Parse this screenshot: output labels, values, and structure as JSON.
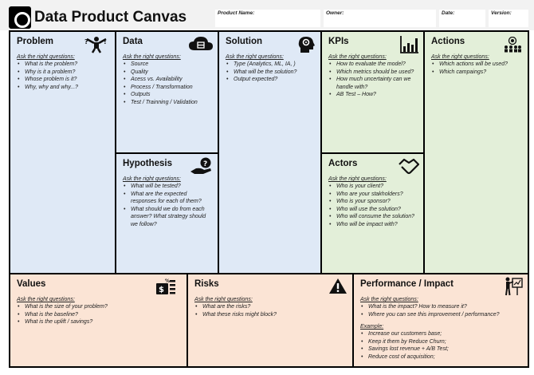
{
  "header": {
    "title": "Data Product Canvas",
    "fields": {
      "product_name": "Product Name:",
      "owner": "Owner:",
      "date": "Date:",
      "version": "Version:"
    }
  },
  "ask_label": "Ask the right questions:",
  "sections": {
    "problem": {
      "title": "Problem",
      "questions": [
        "What is the problem?",
        "Why is it a problem?",
        "Whose problem is it?",
        "Why, why and why...?"
      ]
    },
    "data": {
      "title": "Data",
      "questions": [
        "Source",
        "Quality",
        "Acess vs. Availability",
        "Process / Transformation",
        "Outputs",
        "Test / Trainning / Validation"
      ]
    },
    "solution": {
      "title": "Solution",
      "questions": [
        "Type (Analytics, ML, IA, )",
        "What will be the solution?",
        "Output expected?"
      ]
    },
    "kpis": {
      "title": "KPIs",
      "questions": [
        "How to evaluate the model?",
        "Which metrics should be used?",
        "How much uncertainty can we handle with?",
        "AB Test – How?"
      ]
    },
    "actions": {
      "title": "Actions",
      "questions": [
        "Which actions will be used?",
        "Which campaings?"
      ]
    },
    "hypothesis": {
      "title": "Hypothesis",
      "questions": [
        "What will be tested?",
        "What are the expected responses for each of them?",
        "What should we do from each answer? What strategy should we follow?"
      ]
    },
    "actors": {
      "title": "Actors",
      "questions": [
        "Who is your client?",
        "Who are your stakholders?",
        "Who is your sponsor?",
        "Who will use the solution?",
        "Who will consume the solution?",
        "Who will be impact with?"
      ]
    },
    "values": {
      "title": "Values",
      "questions": [
        "What is the size of your problem?",
        "What is the baseline?",
        "What is the uplift / savings?"
      ]
    },
    "risks": {
      "title": "Risks",
      "questions": [
        "What are the risks?",
        "What these risks might block?"
      ]
    },
    "performance": {
      "title": "Performance / Impact",
      "questions": [
        "What is the impact? How to measure it?",
        "Where you can see this improvement / performance?"
      ],
      "example_label": "Example:",
      "examples": [
        "Increase our customers base;",
        "Keep it them by Reduce Churn;",
        "Savings lost revenue + A/B Test;",
        "Reduce cost of acquisition;"
      ]
    }
  },
  "icons": {
    "problem": "person-problem-icon",
    "data": "cloud-data-icon",
    "solution": "head-gear-icon",
    "kpis": "bar-chart-icon",
    "actions": "target-team-icon",
    "hypothesis": "hand-question-icon",
    "actors": "handshake-icon",
    "values": "money-icon",
    "risks": "warning-icon",
    "performance": "presenter-icon"
  },
  "colors": {
    "blue": "#dfe9f6",
    "green": "#e3efd9",
    "orange": "#fbe4d5"
  }
}
